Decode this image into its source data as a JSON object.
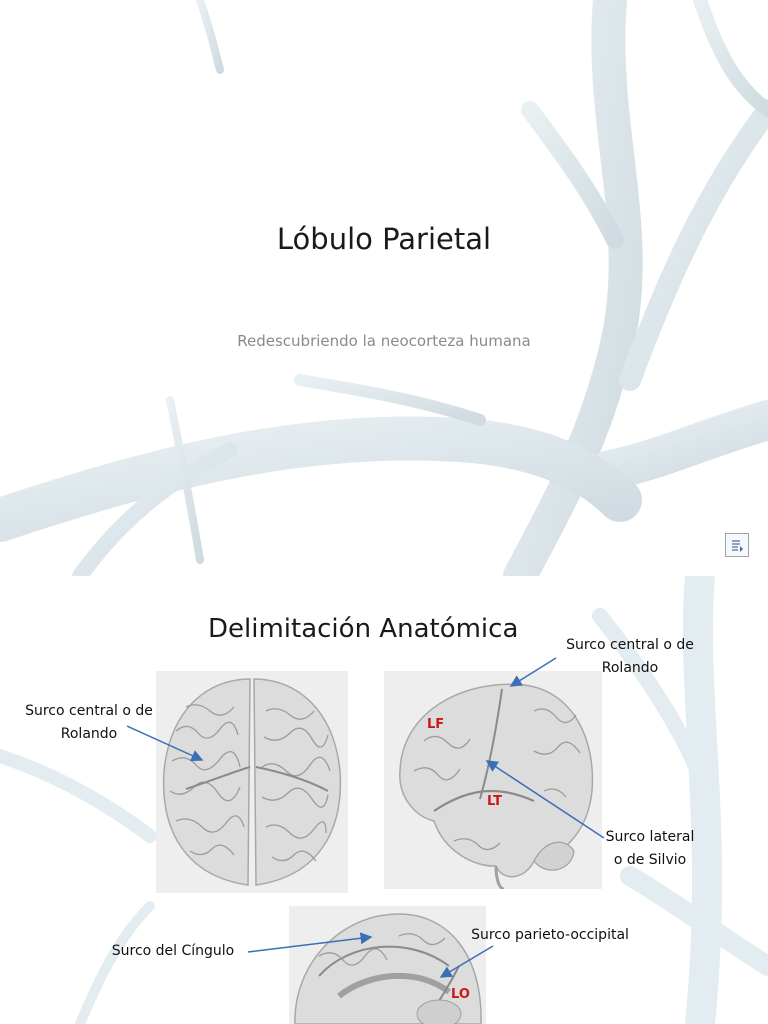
{
  "slide1": {
    "title": "Lóbulo Parietal",
    "subtitle": "Redescubriendo la neocorteza humana"
  },
  "slide2": {
    "title": "Delimitación Anatómica",
    "labels": {
      "central_left_line1": "Surco central o de",
      "central_left_line2": "Rolando",
      "central_right_line1": "Surco central o de",
      "central_right_line2": "Rolando",
      "lateral_line1": "Surco lateral",
      "lateral_line2": "o de Silvio",
      "cingulo": "Surco del Cíngulo",
      "parieto": "Surco parieto-occipital"
    },
    "lobe_tags": {
      "lf": "LF",
      "lt": "LT",
      "lo": "LO"
    }
  },
  "colors": {
    "arrow": "#3b6fb4",
    "lobe_tag": "#d01515",
    "background_branches": "#dfe9ee"
  }
}
